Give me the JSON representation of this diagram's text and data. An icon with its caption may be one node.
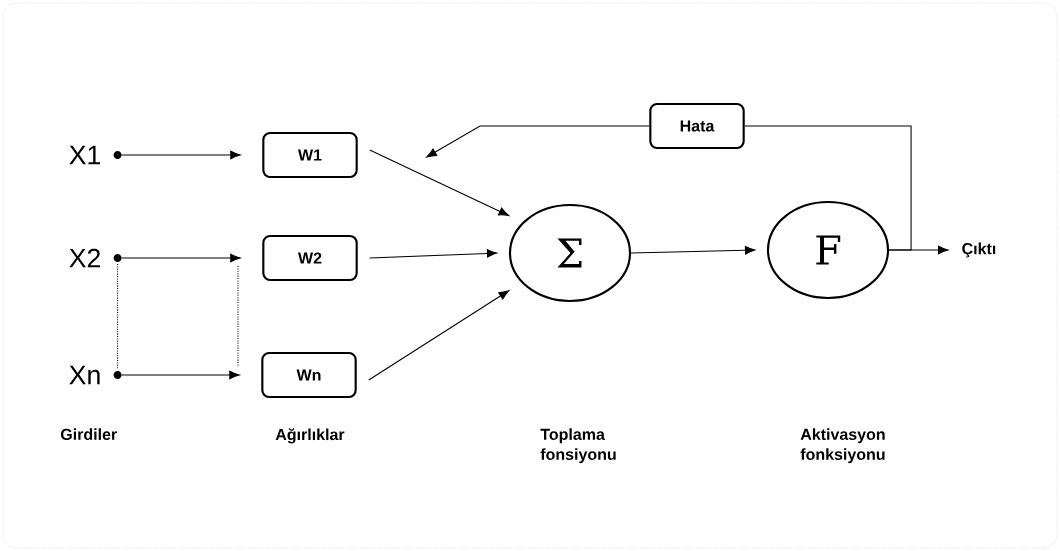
{
  "diagram": {
    "nodes": [
      {
        "text": [
          "X1"
        ]
      },
      {
        "text": [
          "X2"
        ]
      },
      {
        "text": [
          "Xn"
        ]
      },
      {
        "text": [
          "W1"
        ]
      },
      {
        "text": [
          "W2"
        ]
      },
      {
        "text": [
          "Wn"
        ]
      },
      {
        "text": [
          "Σ"
        ]
      },
      {
        "text": [
          "F"
        ]
      },
      {
        "text": [
          "Hata"
        ]
      },
      {
        "text": [
          "Çıktı"
        ]
      }
    ],
    "edges": [
      {
        "from": 0,
        "to": 3,
        "arrow": "to"
      },
      {
        "from": 1,
        "to": 4,
        "arrow": "to"
      },
      {
        "from": 2,
        "to": 5,
        "arrow": "to"
      },
      {
        "from": 1,
        "to": 2,
        "arrow": "none",
        "style": "dashed"
      },
      {
        "from": 3,
        "to": 6,
        "arrow": "to"
      },
      {
        "from": 4,
        "to": 6,
        "arrow": "to"
      },
      {
        "from": 5,
        "to": 6,
        "arrow": "to"
      },
      {
        "from": 6,
        "to": 7,
        "arrow": "to"
      },
      {
        "from": 7,
        "to": 9,
        "arrow": "to"
      },
      {
        "from": 7,
        "to": 8,
        "arrow": "none"
      },
      {
        "from": 8,
        "to": null,
        "arrow": "to"
      }
    ],
    "labels": [
      "Girdiler",
      "Ağırlıklar",
      "Toplama fonsiyonu",
      "Aktivasyon fonksiyonu"
    ]
  }
}
